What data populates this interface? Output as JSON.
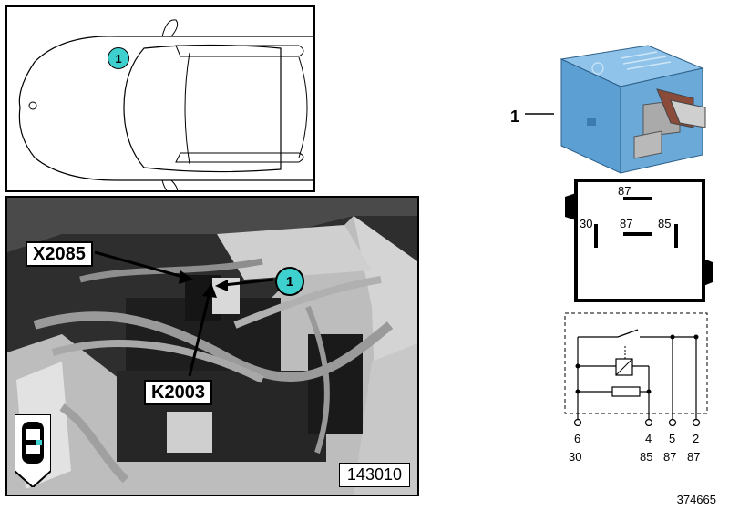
{
  "car_view": {
    "marker": "1"
  },
  "photo": {
    "labels": {
      "connector": "X2085",
      "relay": "K2003",
      "marker": "1"
    },
    "photo_number": "143010"
  },
  "relay": {
    "part_callout": "1",
    "body_color": "#6aa9d8",
    "pin_labels": {
      "top": "87",
      "left": "30",
      "center": "87",
      "right": "85"
    }
  },
  "schematic": {
    "pins": [
      {
        "number": "6",
        "terminal": "30"
      },
      {
        "number": "4",
        "terminal": "85"
      },
      {
        "number": "5",
        "terminal": "87"
      },
      {
        "number": "2",
        "terminal": "87"
      }
    ]
  },
  "diagram_id": "374665",
  "colors": {
    "marker": "#3ecfcf",
    "line": "#000000"
  }
}
